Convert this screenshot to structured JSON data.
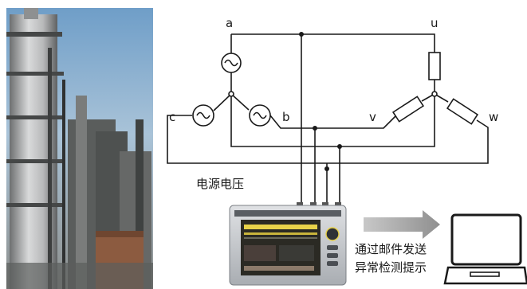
{
  "labels": {
    "a": "a",
    "b": "b",
    "c": "c",
    "u": "u",
    "v": "v",
    "w": "w"
  },
  "caption_source": "电源电压",
  "notify": {
    "line1": "通过邮件发送",
    "line2": "异常检测提示"
  },
  "colors": {
    "wire": "#1a1a1a",
    "arrow": "#9a9a9a",
    "device_body": "#c9ccd0",
    "screen_bg": "#2b2a24",
    "screen_yellow": "#e8d24a"
  },
  "icons": [
    "refinery-photo",
    "ac-source-icon",
    "resistor-icon",
    "measuring-instrument",
    "laptop-icon",
    "arrow-right-icon"
  ]
}
